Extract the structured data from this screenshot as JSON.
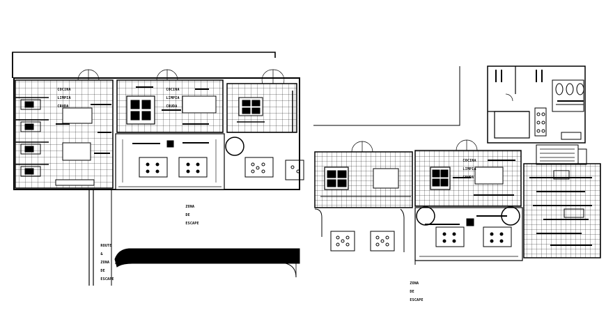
{
  "labels": {
    "left_kitchen_a": [
      "COCINA",
      "LIMPIA",
      "CRUDA"
    ],
    "left_kitchen_b": [
      "COCINA",
      "LIMPIA",
      "CRUDA"
    ],
    "left_zone": [
      "ZONA",
      "DE",
      "ESCAPE"
    ],
    "left_corridor": [
      "ROUTE",
      "&",
      "ZONA",
      "DE",
      "ESCAPE"
    ],
    "right_kitchen": [
      "COCINA",
      "LIMPIA",
      "CRUDA"
    ],
    "right_zone": [
      "ZONA",
      "DE",
      "ESCAPE"
    ]
  },
  "colors": {
    "line": "#000000",
    "background": "#ffffff"
  }
}
